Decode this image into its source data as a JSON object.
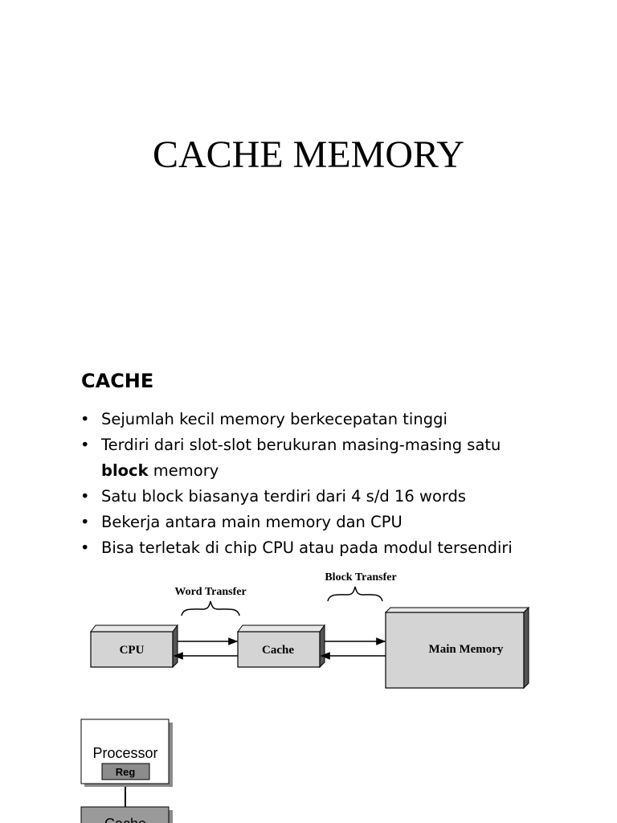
{
  "title": "CACHE MEMORY",
  "section": {
    "heading": "CACHE",
    "bullets": [
      {
        "text": "Sejumlah kecil memory berkecepatan tinggi"
      },
      {
        "text_before": "Terdiri dari slot-slot berukuran masing-masing satu",
        "bold": "block",
        "text_after": " memory"
      },
      {
        "text": "Satu block biasanya terdiri dari 4 s/d 16 words"
      },
      {
        "text": "Bekerja antara main memory dan CPU"
      },
      {
        "text": "Bisa terletak di chip CPU atau pada modul tersendiri"
      }
    ]
  },
  "diagram": {
    "word_transfer": "Word Transfer",
    "block_transfer": "Block Transfer",
    "cpu": "CPU",
    "cache": "Cache",
    "main_memory": "Main Memory"
  },
  "hierarchy": {
    "processor": "Processor",
    "reg": "Reg",
    "cache": "Cache"
  }
}
